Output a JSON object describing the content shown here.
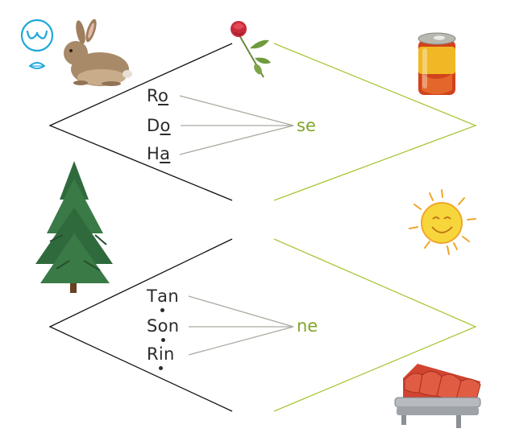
{
  "exercise_1": {
    "syllables": [
      {
        "before": "R",
        "vowel": "o",
        "after": ""
      },
      {
        "before": "D",
        "vowel": "o",
        "after": ""
      },
      {
        "before": "H",
        "vowel": "a",
        "after": ""
      }
    ],
    "ending": "se"
  },
  "exercise_2": {
    "syllables": [
      {
        "before": "T",
        "vowel": "a",
        "after": "n"
      },
      {
        "before": "S",
        "vowel": "o",
        "after": "n"
      },
      {
        "before": "R",
        "vowel": "i",
        "after": "n"
      }
    ],
    "ending": "ne"
  },
  "colors": {
    "left_lines": "#111111",
    "right_lines": "#a8c83a",
    "connectors": "#aaaaa0",
    "ending_text": "#7ea52a",
    "icon_blue": "#1fa8d8"
  },
  "pictures": [
    "rabbit-picture",
    "rose-picture",
    "can-picture",
    "fir-tree-picture",
    "sun-picture",
    "roof-picture",
    "listen-speak-icon"
  ]
}
